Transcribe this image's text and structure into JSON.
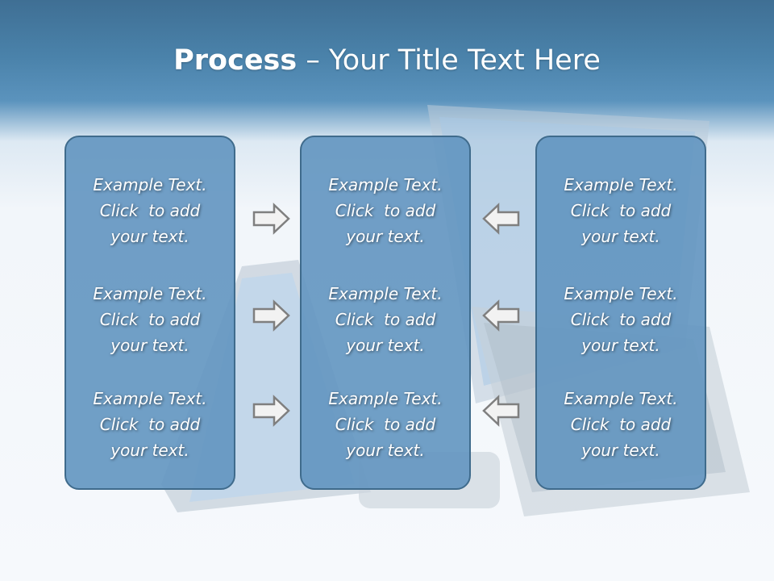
{
  "slide": {
    "title_bold": "Process",
    "title_rest": " – Your Title Text Here",
    "columns": [
      {
        "items": [
          {
            "line1": "Example Text.",
            "line2": "Click  to add",
            "line3": "your text."
          },
          {
            "line1": "Example Text.",
            "line2": "Click  to add",
            "line3": "your text."
          },
          {
            "line1": "Example Text.",
            "line2": "Click  to add",
            "line3": "your text."
          }
        ]
      },
      {
        "items": [
          {
            "line1": "Example Text.",
            "line2": "Click  to add",
            "line3": "your text."
          },
          {
            "line1": "Example Text.",
            "line2": "Click  to add",
            "line3": "your text."
          },
          {
            "line1": "Example Text.",
            "line2": "Click  to add",
            "line3": "your text."
          }
        ]
      },
      {
        "items": [
          {
            "line1": "Example Text.",
            "line2": "Click  to add",
            "line3": "your text."
          },
          {
            "line1": "Example Text.",
            "line2": "Click  to add",
            "line3": "your text."
          },
          {
            "line1": "Example Text.",
            "line2": "Click  to add",
            "line3": "your text."
          }
        ]
      }
    ],
    "arrows": {
      "left": [
        "arrow-right-icon",
        "arrow-right-icon",
        "arrow-right-icon"
      ],
      "right": [
        "arrow-left-icon",
        "arrow-left-icon",
        "arrow-left-icon"
      ]
    },
    "colors": {
      "header": "#4a82aa",
      "box_fill": "#6295c0",
      "box_border": "#3f6b8c",
      "arrow_fill": "#f2f2f2",
      "arrow_stroke": "#7f7f7f"
    }
  }
}
